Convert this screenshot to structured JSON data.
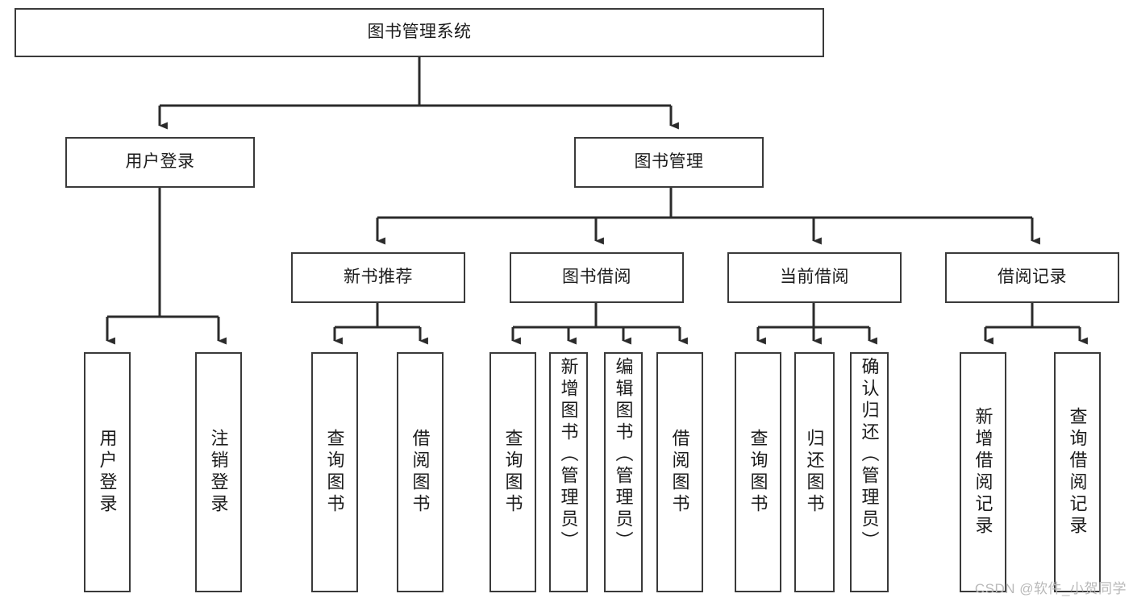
{
  "diagram": {
    "title": "图书管理系统",
    "type": "tree-hierarchy-diagram",
    "colors": {
      "box_border": "#3a3a3a",
      "box_fill": "#ffffff",
      "connector": "#2b2b2b",
      "text": "#1b1b1b",
      "watermark": "#b9b9b9",
      "background": "#ffffff"
    },
    "root": {
      "label": "图书管理系统"
    },
    "level2": [
      {
        "label": "用户登录"
      },
      {
        "label": "图书管理"
      }
    ],
    "level3": [
      {
        "label": "新书推荐"
      },
      {
        "label": "图书借阅"
      },
      {
        "label": "当前借阅"
      },
      {
        "label": "借阅记录"
      }
    ],
    "leaves": {
      "user_login": [
        {
          "label": "用户登录"
        },
        {
          "label": "注销登录"
        }
      ],
      "new_book": [
        {
          "label": "查询图书"
        },
        {
          "label": "借阅图书"
        }
      ],
      "book_borrow": [
        {
          "label": "查询图书"
        },
        {
          "label": "新增图书（管理员）"
        },
        {
          "label": "编辑图书（管理员）"
        },
        {
          "label": "借阅图书"
        }
      ],
      "current_borrow": [
        {
          "label": "查询图书"
        },
        {
          "label": "归还图书"
        },
        {
          "label": "确认归还（管理员）"
        }
      ],
      "borrow_record": [
        {
          "label": "新增借阅记录"
        },
        {
          "label": "查询借阅记录"
        }
      ]
    }
  },
  "watermark": {
    "text": "CSDN @软件_小贺同学"
  }
}
